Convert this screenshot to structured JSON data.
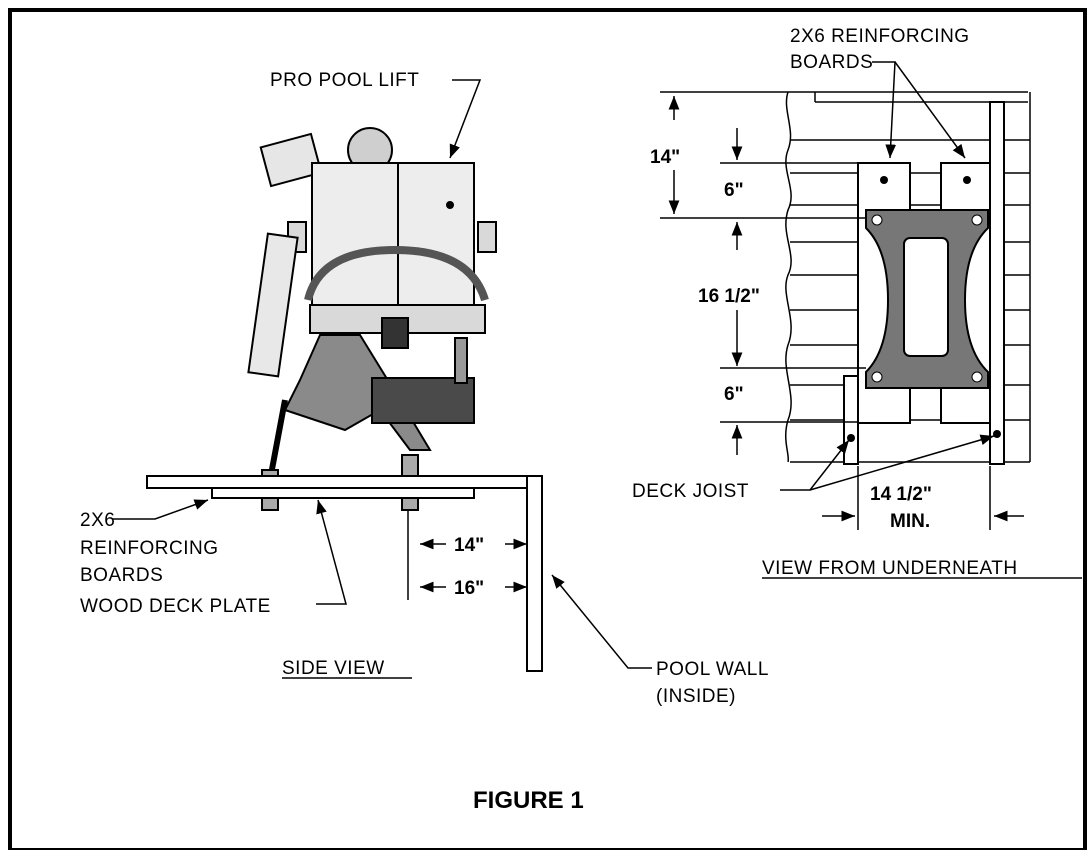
{
  "header_fragment": "... ... ... ... ... ... ...",
  "side_view": {
    "title": "SIDE VIEW",
    "lift_label": "PRO POOL LIFT",
    "board_label": [
      "2X6",
      "REINFORCING",
      "BOARDS"
    ],
    "deck_plate_label": "WOOD DECK PLATE",
    "pool_wall_label": [
      "POOL WALL",
      "(INSIDE)"
    ],
    "dim_14": "14\"",
    "dim_16": "16\""
  },
  "underneath_view": {
    "title": "VIEW FROM UNDERNEATH",
    "board_label": [
      "2X6 REINFORCING",
      "BOARDS"
    ],
    "deck_joist_label": "DECK JOIST",
    "dim_top": "14\"",
    "dim_6_upper": "6\"",
    "dim_16_half": "16 1/2\"",
    "dim_6_lower": "6\"",
    "dim_width": [
      "14 1/2\"",
      "MIN."
    ]
  },
  "figure_caption": "FIGURE 1",
  "colors": {
    "line": "#000000",
    "plate": "#6e6e6e",
    "body": "#e8e8e8",
    "dark": "#3c3c3c"
  }
}
